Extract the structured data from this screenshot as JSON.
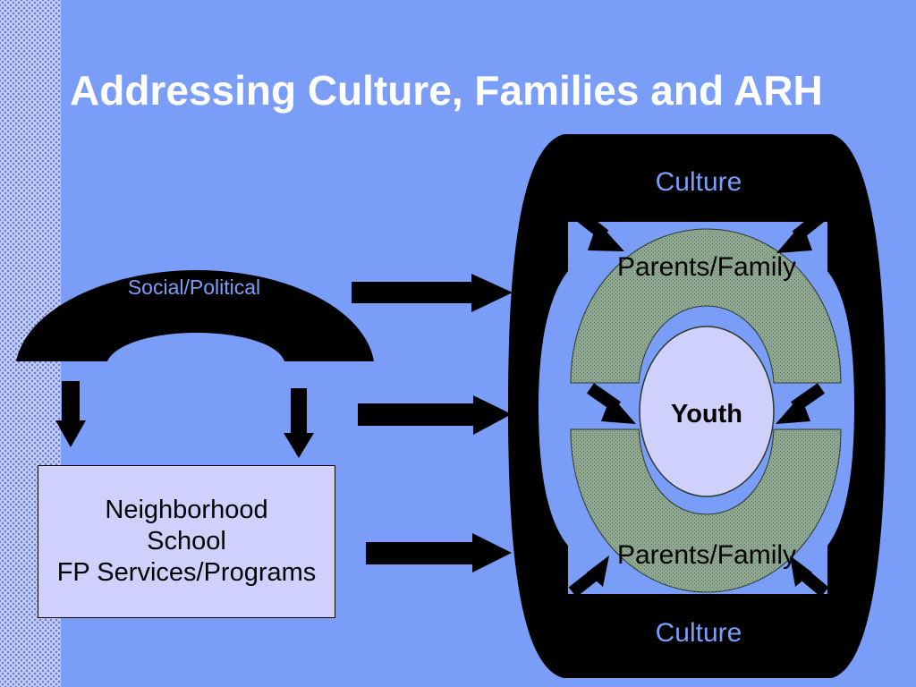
{
  "slide": {
    "title": "Addressing Culture, Families and ARH"
  },
  "diagram": {
    "social_political_label": "Social/Political",
    "neighborhood_lines": [
      "Neighborhood",
      "School",
      "FP Services/Programs"
    ],
    "culture_top_label": "Culture",
    "culture_bottom_label": "Culture",
    "parents_family_top_label": "Parents/Family",
    "parents_family_bottom_label": "Parents/Family",
    "youth_label": "Youth"
  },
  "colors": {
    "background": "#7a9ef8",
    "culture_text": "#7a9ef8",
    "youth_fill": "#d0d0fd",
    "parents_ring_fill": "#8fa891",
    "box_fill": "#d0d0fd"
  }
}
